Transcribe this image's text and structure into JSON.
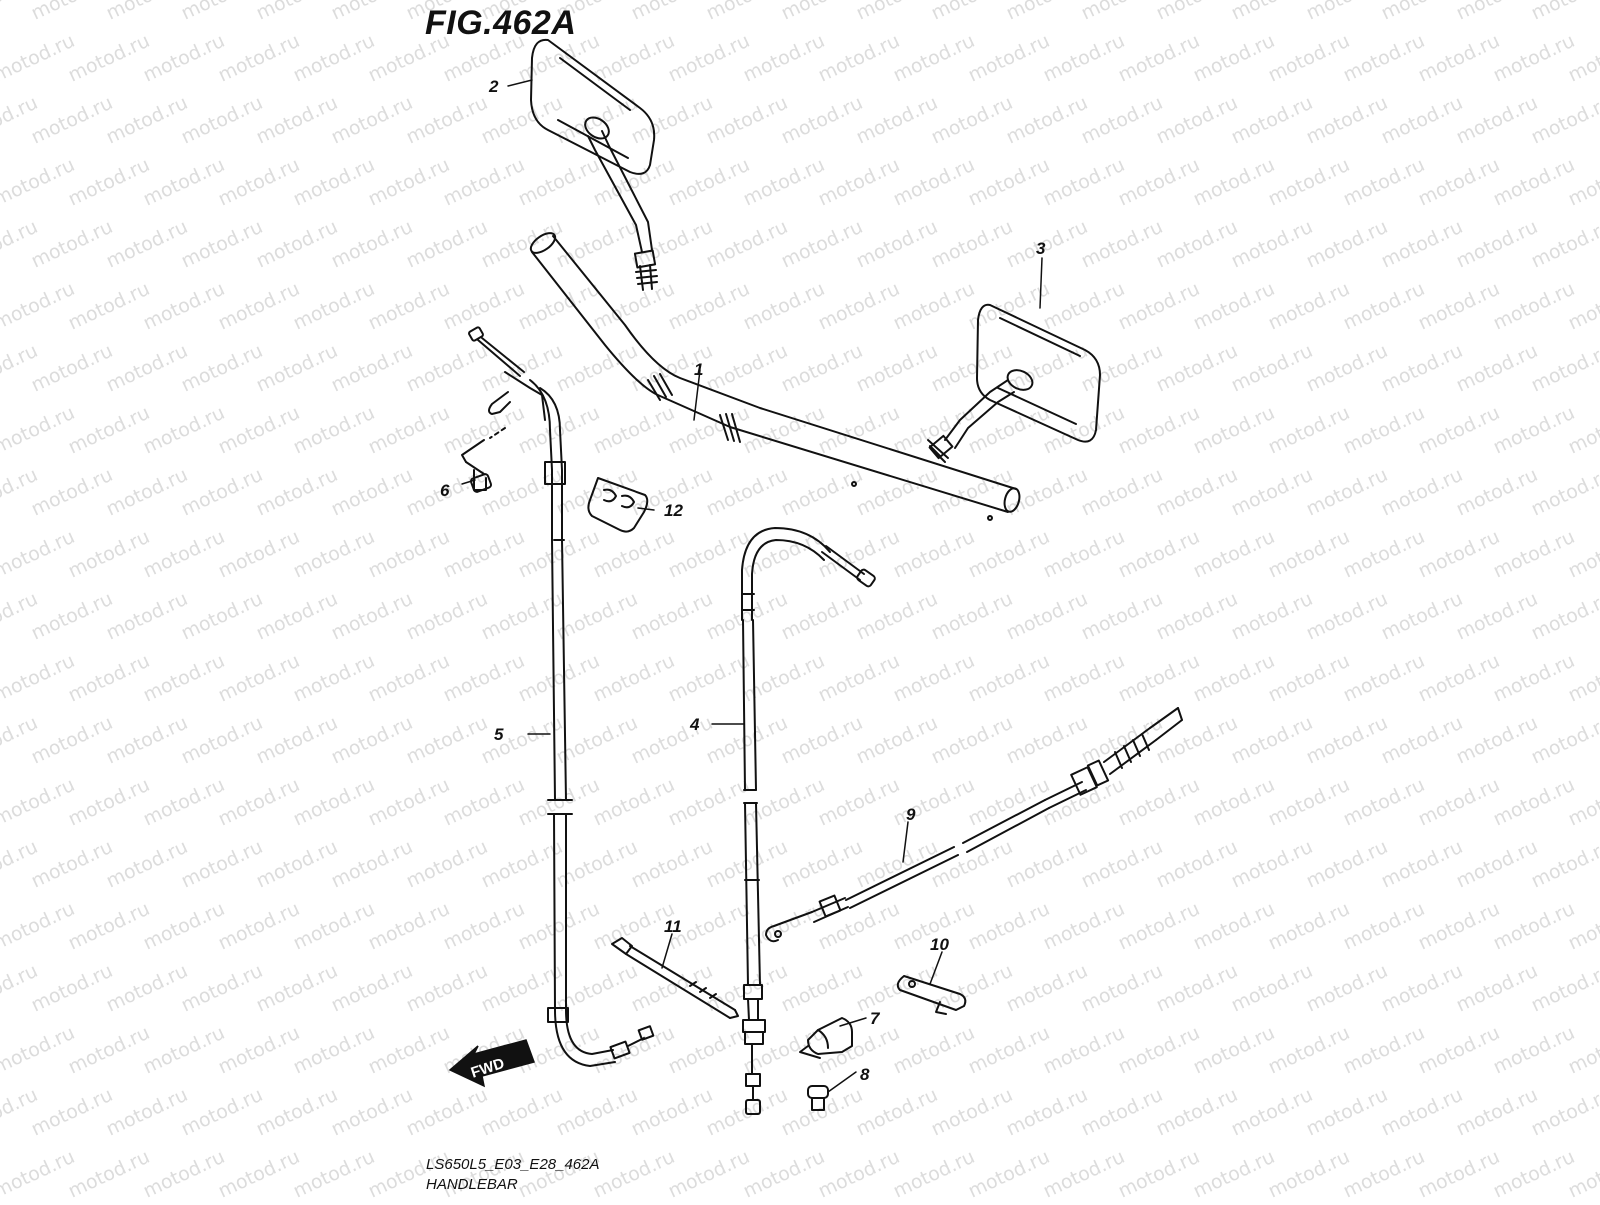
{
  "figure": {
    "title": "FIG.462A",
    "code": "LS650L5_E03_E28_462A",
    "name": "HANDLEBAR"
  },
  "watermark": "motod.ru",
  "direction_label": "FWD",
  "callouts": [
    {
      "id": "1",
      "part": "handlebar"
    },
    {
      "id": "2",
      "part": "mirror-left"
    },
    {
      "id": "3",
      "part": "mirror-right"
    },
    {
      "id": "4",
      "part": "cable"
    },
    {
      "id": "5",
      "part": "cable"
    },
    {
      "id": "6",
      "part": "bolt"
    },
    {
      "id": "7",
      "part": "clamp"
    },
    {
      "id": "8",
      "part": "bolt"
    },
    {
      "id": "9",
      "part": "cable"
    },
    {
      "id": "10",
      "part": "bracket"
    },
    {
      "id": "11",
      "part": "cable-tie"
    },
    {
      "id": "12",
      "part": "clamp"
    }
  ]
}
